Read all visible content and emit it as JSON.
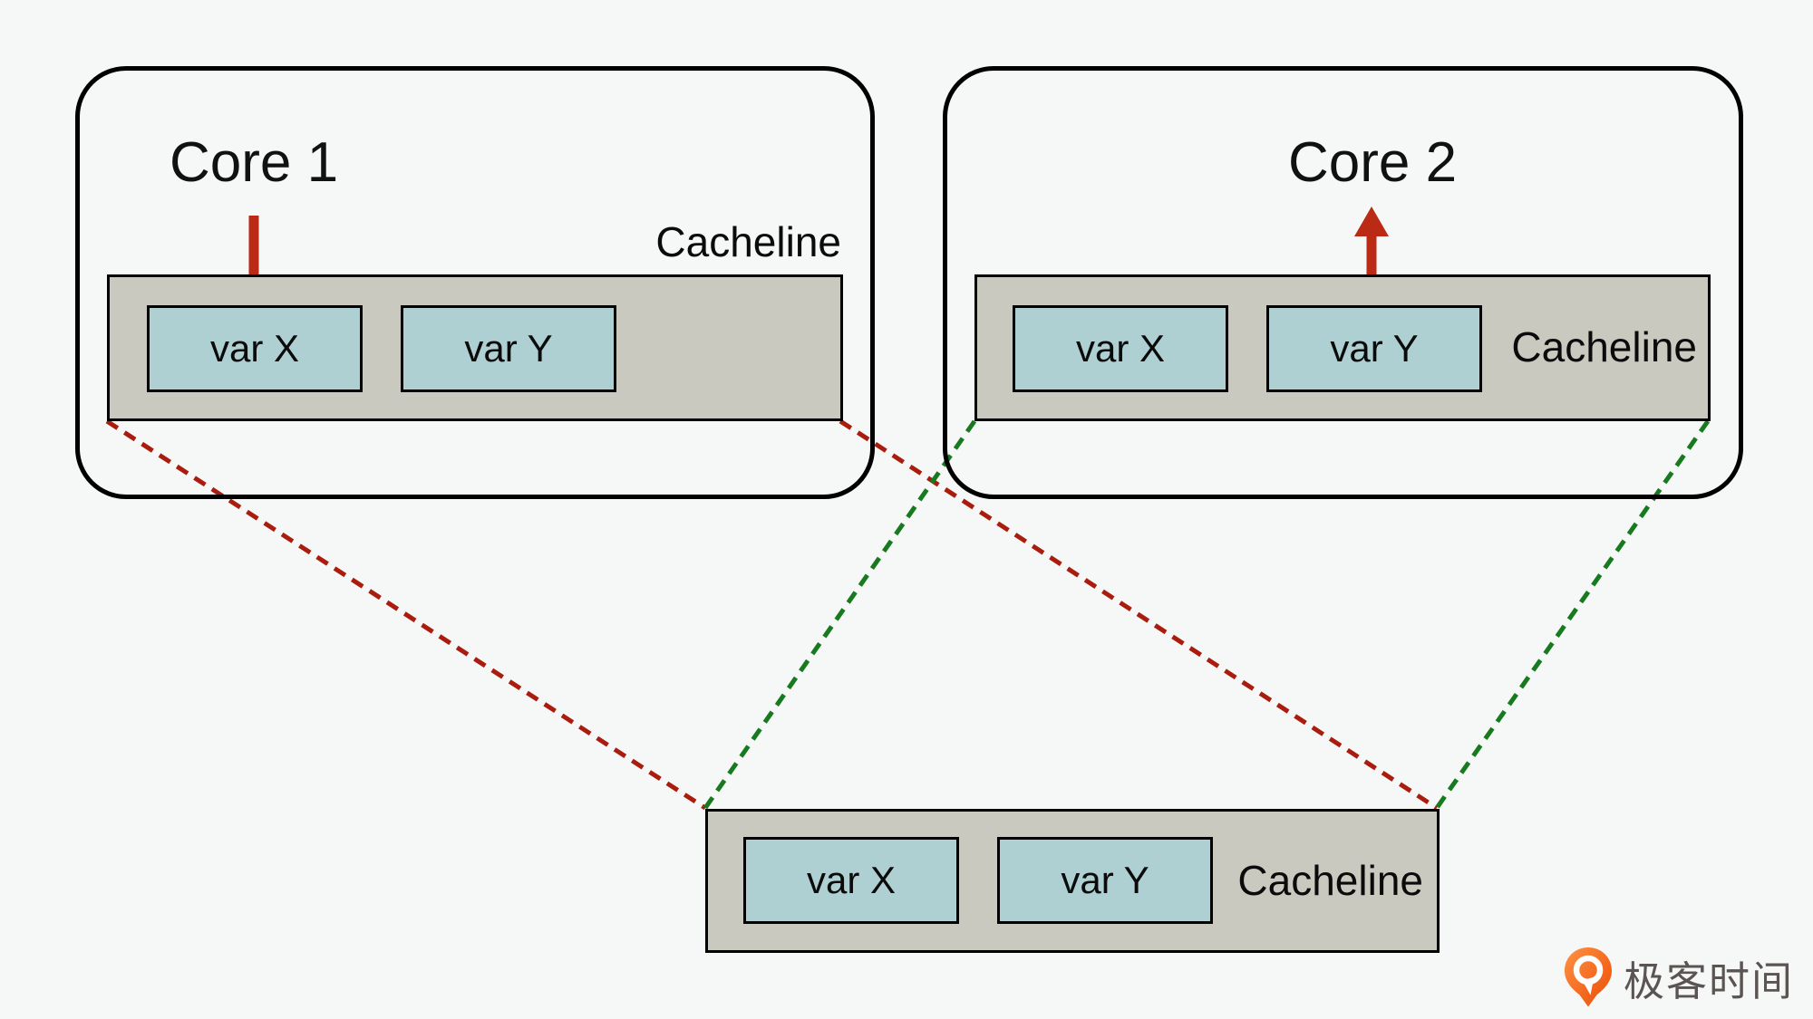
{
  "colors": {
    "background": "#f6f7f7",
    "outline": "#000000",
    "cacheline_fill": "#cac9c0",
    "var_fill": "#aed0d3",
    "red_dash": "#a91c0e",
    "green_dash": "#187a1f",
    "arrow_red": "#bb2a14",
    "logo_orange": "#f1600d",
    "logo_text_color": "#5a5452"
  },
  "core1": {
    "title": "Core 1",
    "cacheline_label": "Cacheline",
    "var_x_label": "var X",
    "var_y_label": "var Y"
  },
  "core2": {
    "title": "Core 2",
    "cacheline_label": "Cacheline",
    "var_x_label": "var X",
    "var_y_label": "var Y"
  },
  "shared_cacheline": {
    "cacheline_label": "Cacheline",
    "var_x_label": "var X",
    "var_y_label": "var Y"
  },
  "logo": {
    "brand_text": "极客时间"
  }
}
